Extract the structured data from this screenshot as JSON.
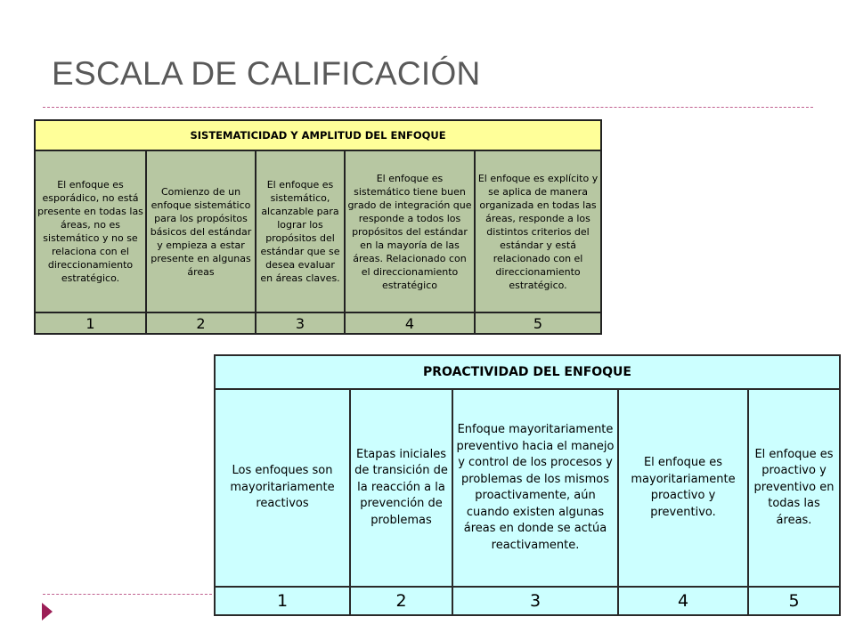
{
  "slide": {
    "title": "ESCALA DE CALIFICACIÓN"
  },
  "table1": {
    "header": "SISTEMATICIDAD Y AMPLITUD DEL ENFOQUE",
    "descriptions": [
      "El enfoque es esporádico, no está presente en todas las áreas, no es sistemático y no se relaciona con el direccionamiento estratégico.",
      "Comienzo de un enfoque sistemático para los propósitos básicos del estándar y empieza a estar presente en algunas áreas",
      "El enfoque es sistemático, alcanzable para lograr los propósitos del estándar que se desea evaluar en áreas claves.",
      "El enfoque es sistemático tiene buen grado de integración que responde a todos los propósitos del estándar en la mayoría de las áreas. Relacionado con el direccionamiento estratégico",
      "El enfoque es explícito y se aplica de manera organizada en todas las áreas, responde a los distintos criterios del estándar y está relacionado con el direccionamiento estratégico."
    ],
    "scores": [
      "1",
      "2",
      "3",
      "4",
      "5"
    ]
  },
  "table2": {
    "header": "PROACTIVIDAD DEL ENFOQUE",
    "descriptions": [
      "Los enfoques son mayoritariamente reactivos",
      "Etapas iniciales de transición de la reacción a la prevención de problemas",
      "Enfoque mayoritariamente preventivo hacia el manejo y control de los procesos y problemas de los mismos proactivamente, aún cuando existen algunas áreas en donde se actúa reactivamente.",
      "El enfoque es mayoritariamente proactivo y preventivo.",
      "El enfoque es proactivo y preventivo en todas las áreas."
    ],
    "scores": [
      "1",
      "2",
      "3",
      "4",
      "5"
    ]
  },
  "colors": {
    "table1_header_bg": "#ffff99",
    "table1_body_bg": "#b7c7a2",
    "table2_bg": "#ccffff",
    "accent": "#9c1f57"
  },
  "icons": {
    "bullet": "triangle-bullet-icon"
  }
}
